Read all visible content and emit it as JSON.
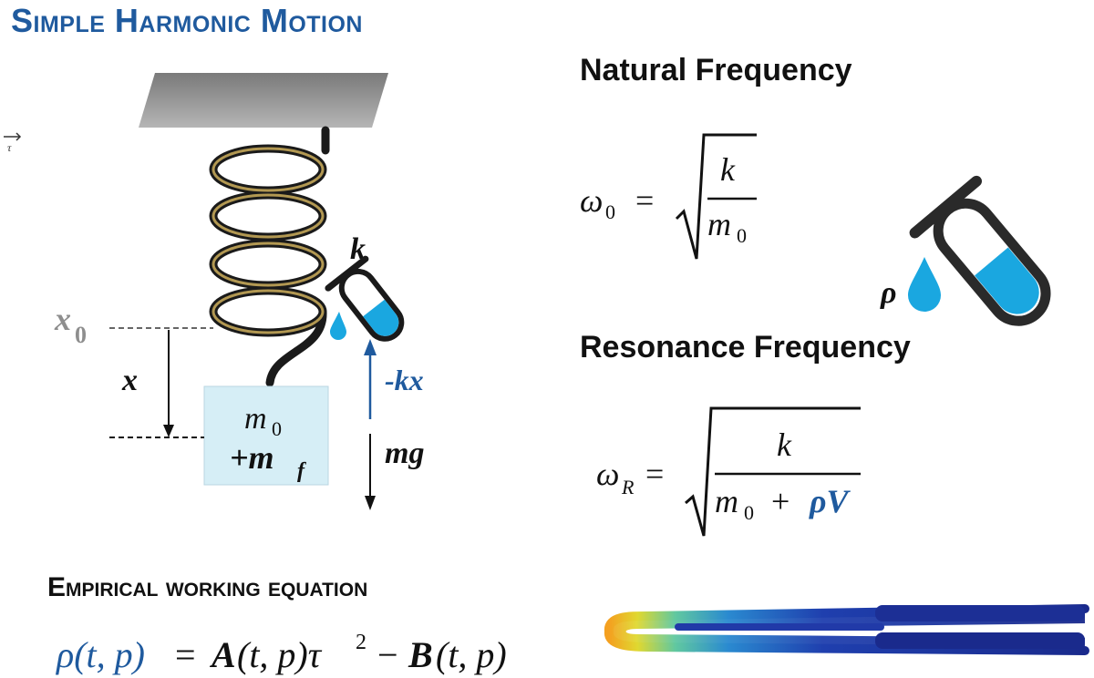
{
  "title": "Simple Harmonic Motion",
  "natural_heading": "Natural Frequency",
  "resonance_heading": "Resonance Frequency",
  "empirical_heading": "Empirical working equation",
  "diagram": {
    "x0_label": "x",
    "x0_sub": "0",
    "x_label": "x",
    "mass_top": "m",
    "mass_top_sub": "0",
    "mass_bottom": "+m",
    "mass_bottom_sub": "f",
    "k_label": "k",
    "force_up": "-kx",
    "force_down": "mg",
    "rho_label": "ρ",
    "tau_glyph": "τ"
  },
  "formula_natural": {
    "lhs": "ω",
    "lhs_sub": "0",
    "eq": "=",
    "num": "k",
    "den": "m",
    "den_sub": "0"
  },
  "formula_resonance": {
    "lhs": "ω",
    "lhs_sub": "R",
    "eq": "=",
    "num": "k",
    "den_m": "m",
    "den_sub": "0",
    "den_plus": "+",
    "den_rhoV": "ρV"
  },
  "working_equation": {
    "lhs": "ρ(t, p)",
    "rhs_eq": "=",
    "A": "A",
    "args1": "(t, p)τ",
    "sq": "2",
    "minus": "−",
    "B": "B",
    "args2": "(t, p)"
  },
  "colors": {
    "accent_blue": "#1f5a9e",
    "fluid_blue": "#1aa7e0",
    "mass_box": "#d6eef6",
    "ceiling": "#8a8a8a"
  }
}
